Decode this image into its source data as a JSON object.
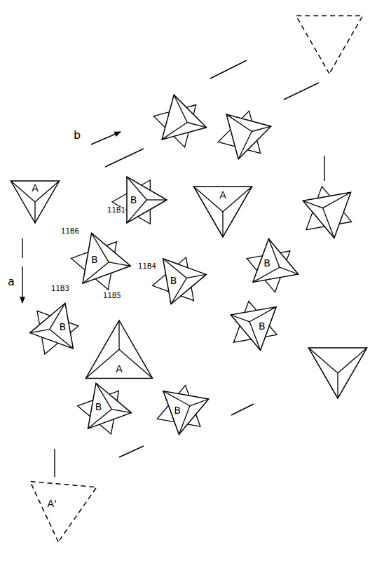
{
  "diagram": {
    "nodes": [
      {
        "text": [
          "A"
        ]
      },
      {
        "text": [
          "B"
        ]
      },
      {
        "text": [
          "A"
        ]
      },
      {
        "text": [
          "B"
        ]
      },
      {
        "text": [
          "B"
        ]
      },
      {
        "text": [
          "B"
        ]
      },
      {
        "text": [
          "B"
        ]
      },
      {
        "text": [
          "A"
        ]
      },
      {
        "text": [
          "B"
        ]
      },
      {
        "text": [
          "B"
        ]
      },
      {
        "text": [
          "B"
        ]
      },
      {
        "text": [
          "A'"
        ]
      }
    ],
    "labels": [
      "b",
      "11B6",
      "11B1",
      "a",
      "11B3",
      "11B4",
      "11B5"
    ]
  }
}
